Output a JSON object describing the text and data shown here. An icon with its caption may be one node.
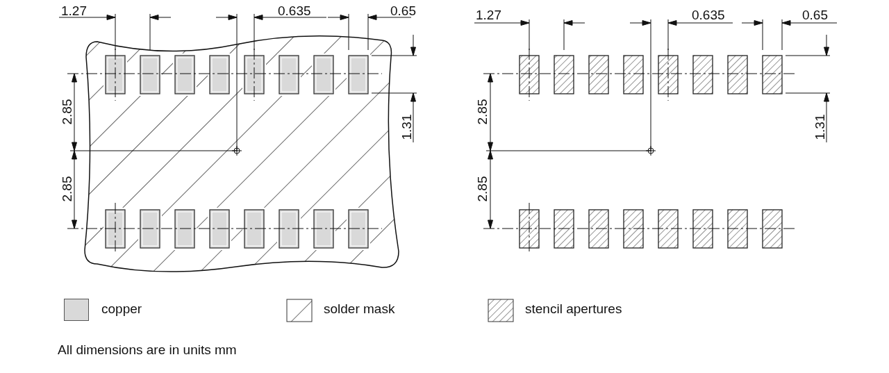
{
  "diagram": {
    "caption": "All dimensions are in units mm",
    "labels": [
      "1.27",
      "0.635",
      "0.65",
      "2.85",
      "2.85",
      "1.31",
      "1.27",
      "0.635",
      "0.65",
      "2.85",
      "2.85",
      "1.31"
    ],
    "legend": [
      {
        "text": "copper",
        "color": "#d9d9d9"
      },
      {
        "text": "solder mask"
      },
      {
        "text": "stencil apertures"
      }
    ]
  }
}
